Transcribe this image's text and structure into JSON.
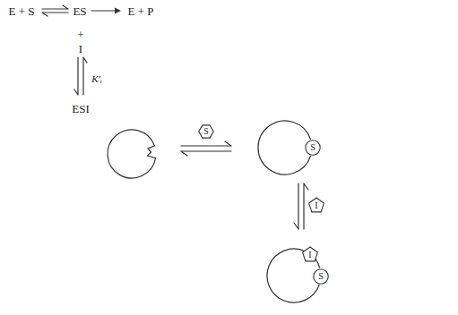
{
  "diagram": {
    "nodes": [
      {
        "text": [
          "S"
        ]
      },
      {
        "text": [
          "S"
        ]
      },
      {
        "text": [
          "I"
        ]
      },
      {
        "text": [
          "I"
        ]
      },
      {
        "text": [
          "S"
        ]
      }
    ],
    "labels": [
      "E + S",
      "ES",
      "E + P",
      "+",
      "I",
      "K′ᵢ",
      "ESI"
    ]
  }
}
